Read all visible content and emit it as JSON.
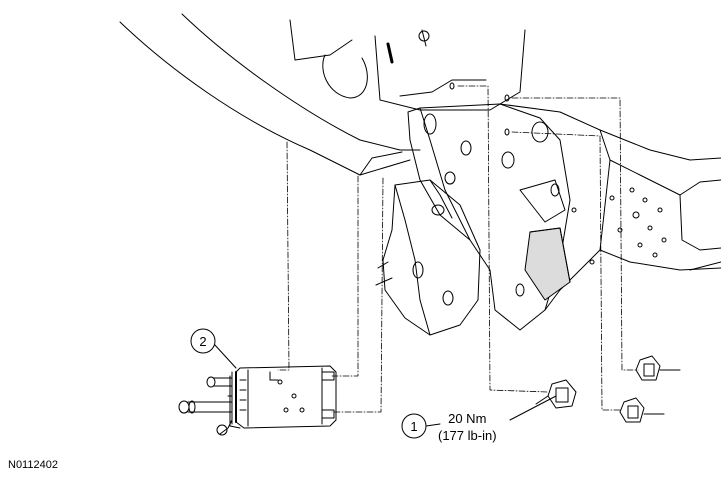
{
  "callouts": [
    {
      "number": "1"
    },
    {
      "number": "2"
    }
  ],
  "torque": {
    "value": "20 Nm",
    "imperial": "(177 lb-in)"
  },
  "figure_id": "N0112402",
  "colors": {
    "line": "#000000",
    "background": "#ffffff",
    "shade": "#dcdcdc"
  }
}
